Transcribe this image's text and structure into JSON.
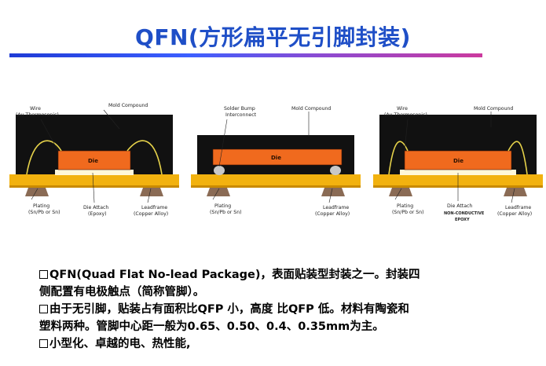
{
  "title": "QFN(方形扁平无引脚封装)",
  "colors": {
    "title": "#1f4fc7",
    "die": "#f06a1e",
    "leadframe": "#f2b20f",
    "mold": "#111111"
  },
  "diagrams": [
    {
      "mold_label": "Mold Compound",
      "wire_label_1": "Wire",
      "wire_label_2": "(Au Thermosonic)",
      "die_label": "Die",
      "plating_label_1": "Plating",
      "plating_label_2": "(Sn/Pb or Sn)",
      "attach_label_1": "Die Attach",
      "attach_label_2": "(Epoxy)",
      "leadframe_label_1": "Leadframe",
      "leadframe_label_2": "(Copper Alloy)"
    },
    {
      "bump_label_1": "Solder Bump",
      "bump_label_2": "Interconnect",
      "mold_label": "Mold Compound",
      "die_label": "Die",
      "plating_label_1": "Plating",
      "plating_label_2": "(Sn/Pb or Sn)",
      "leadframe_label_1": "Leadframe",
      "leadframe_label_2": "(Copper Alloy)"
    },
    {
      "wire_label_1": "Wire",
      "wire_label_2": "(Au Thermosonic)",
      "mold_label": "Mold Compound",
      "die_label": "Die",
      "plating_label_1": "Plating",
      "plating_label_2": "(Sn/Pb or Sn)",
      "attach_label_1": "Die Attach",
      "attach_label_2": "NON-CONDUCTIVE",
      "attach_label_3": "EPOXY",
      "leadframe_label_1": "Leadframe",
      "leadframe_label_2": "(Copper Alloy)"
    }
  ],
  "bullets": [
    "QFN(Quad Flat No-lead Package)，表面贴装型封装之一。封装四",
    "侧配置有电极触点（简称管脚）。",
    "由于无引脚，贴装占有面积比QFP 小，高度 比QFP 低。材料有陶瓷和",
    "塑料两种。管脚中心距一般为0.65、0.50、0.4、0.35mm为主。",
    "小型化、卓越的电、热性能,"
  ]
}
